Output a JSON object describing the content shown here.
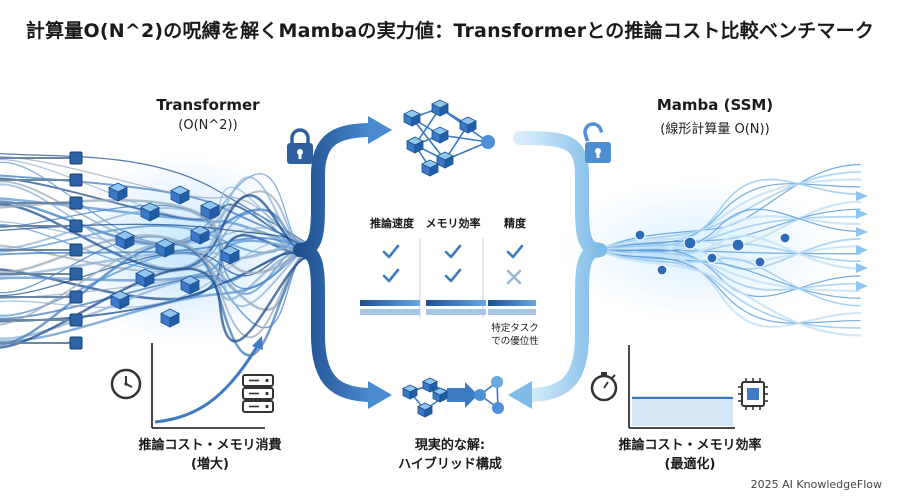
{
  "title": "計算量O(N^2)の呪縛を解くMambaの実力値：Transformerとの推論コスト比較ベンチマーク",
  "left": {
    "heading": "Transformer",
    "complexity": "(O(N^2))",
    "caption_line1": "推論コスト・メモリ消費",
    "caption_line2": "(増大)"
  },
  "right": {
    "heading": "Mamba (SSM)",
    "complexity": "(線形計算量 O(N))",
    "caption_line1": "推論コスト・メモリ効率",
    "caption_line2": "(最適化)"
  },
  "center": {
    "metrics": [
      "推論速度",
      "メモリ効率",
      "精度"
    ],
    "accuracy_note_line1": "特定タスク",
    "accuracy_note_line2": "での優位性",
    "bottom_line1": "現実的な解:",
    "bottom_line2": "ハイブリッド構成"
  },
  "footer": "2025 AI KnowledgeFlow",
  "colors": {
    "dark_blue": "#1f4f8e",
    "mid_blue": "#3d7cc2",
    "light_blue": "#8fc6ef",
    "node_blue": "#3b78c7",
    "cross_gray": "#9fb7cf"
  },
  "icons": [
    "lock-icon",
    "unlock-icon",
    "clock-icon",
    "server-icon",
    "stopwatch-icon",
    "chip-icon",
    "check-icon",
    "cross-icon"
  ]
}
